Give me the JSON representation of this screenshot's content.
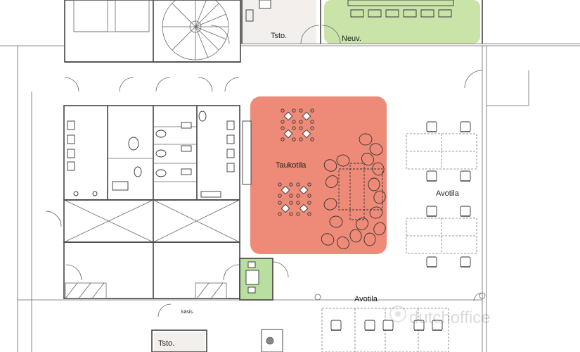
{
  "floorplan": {
    "rooms": [
      {
        "name": "tsto-top",
        "label": "Tsto.",
        "color": "#f2efec"
      },
      {
        "name": "neuv",
        "label": "Neuv.",
        "color": "#c9e3a8"
      },
      {
        "name": "taukotila",
        "label": "Taukotila",
        "color": "#ee8a78"
      },
      {
        "name": "avotila-right",
        "label": "Avotila",
        "color": "#ffffff"
      },
      {
        "name": "avotila-bottom",
        "label": "Avotila",
        "color": "#ffffff"
      },
      {
        "name": "tsto-bottom",
        "label": "Tsto.",
        "color": "#f2efec"
      },
      {
        "name": "small-green",
        "label": "",
        "color": "#b8dea0"
      }
    ],
    "annotations": [
      {
        "name": "kasis-label",
        "text": "käsis."
      }
    ],
    "watermark": "dutchoffice"
  }
}
